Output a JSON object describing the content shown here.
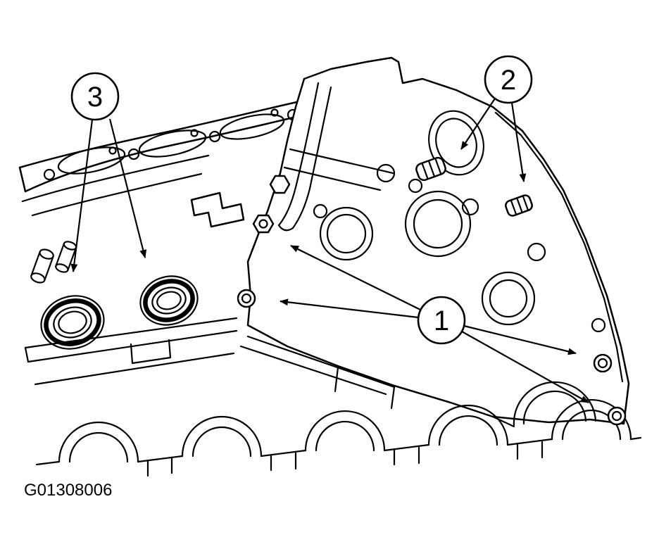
{
  "figure": {
    "id_label": "G01308006"
  },
  "callouts": [
    {
      "label": "1"
    },
    {
      "label": "2"
    },
    {
      "label": "3"
    }
  ],
  "colors": {
    "line": "#000000",
    "background": "#ffffff"
  }
}
